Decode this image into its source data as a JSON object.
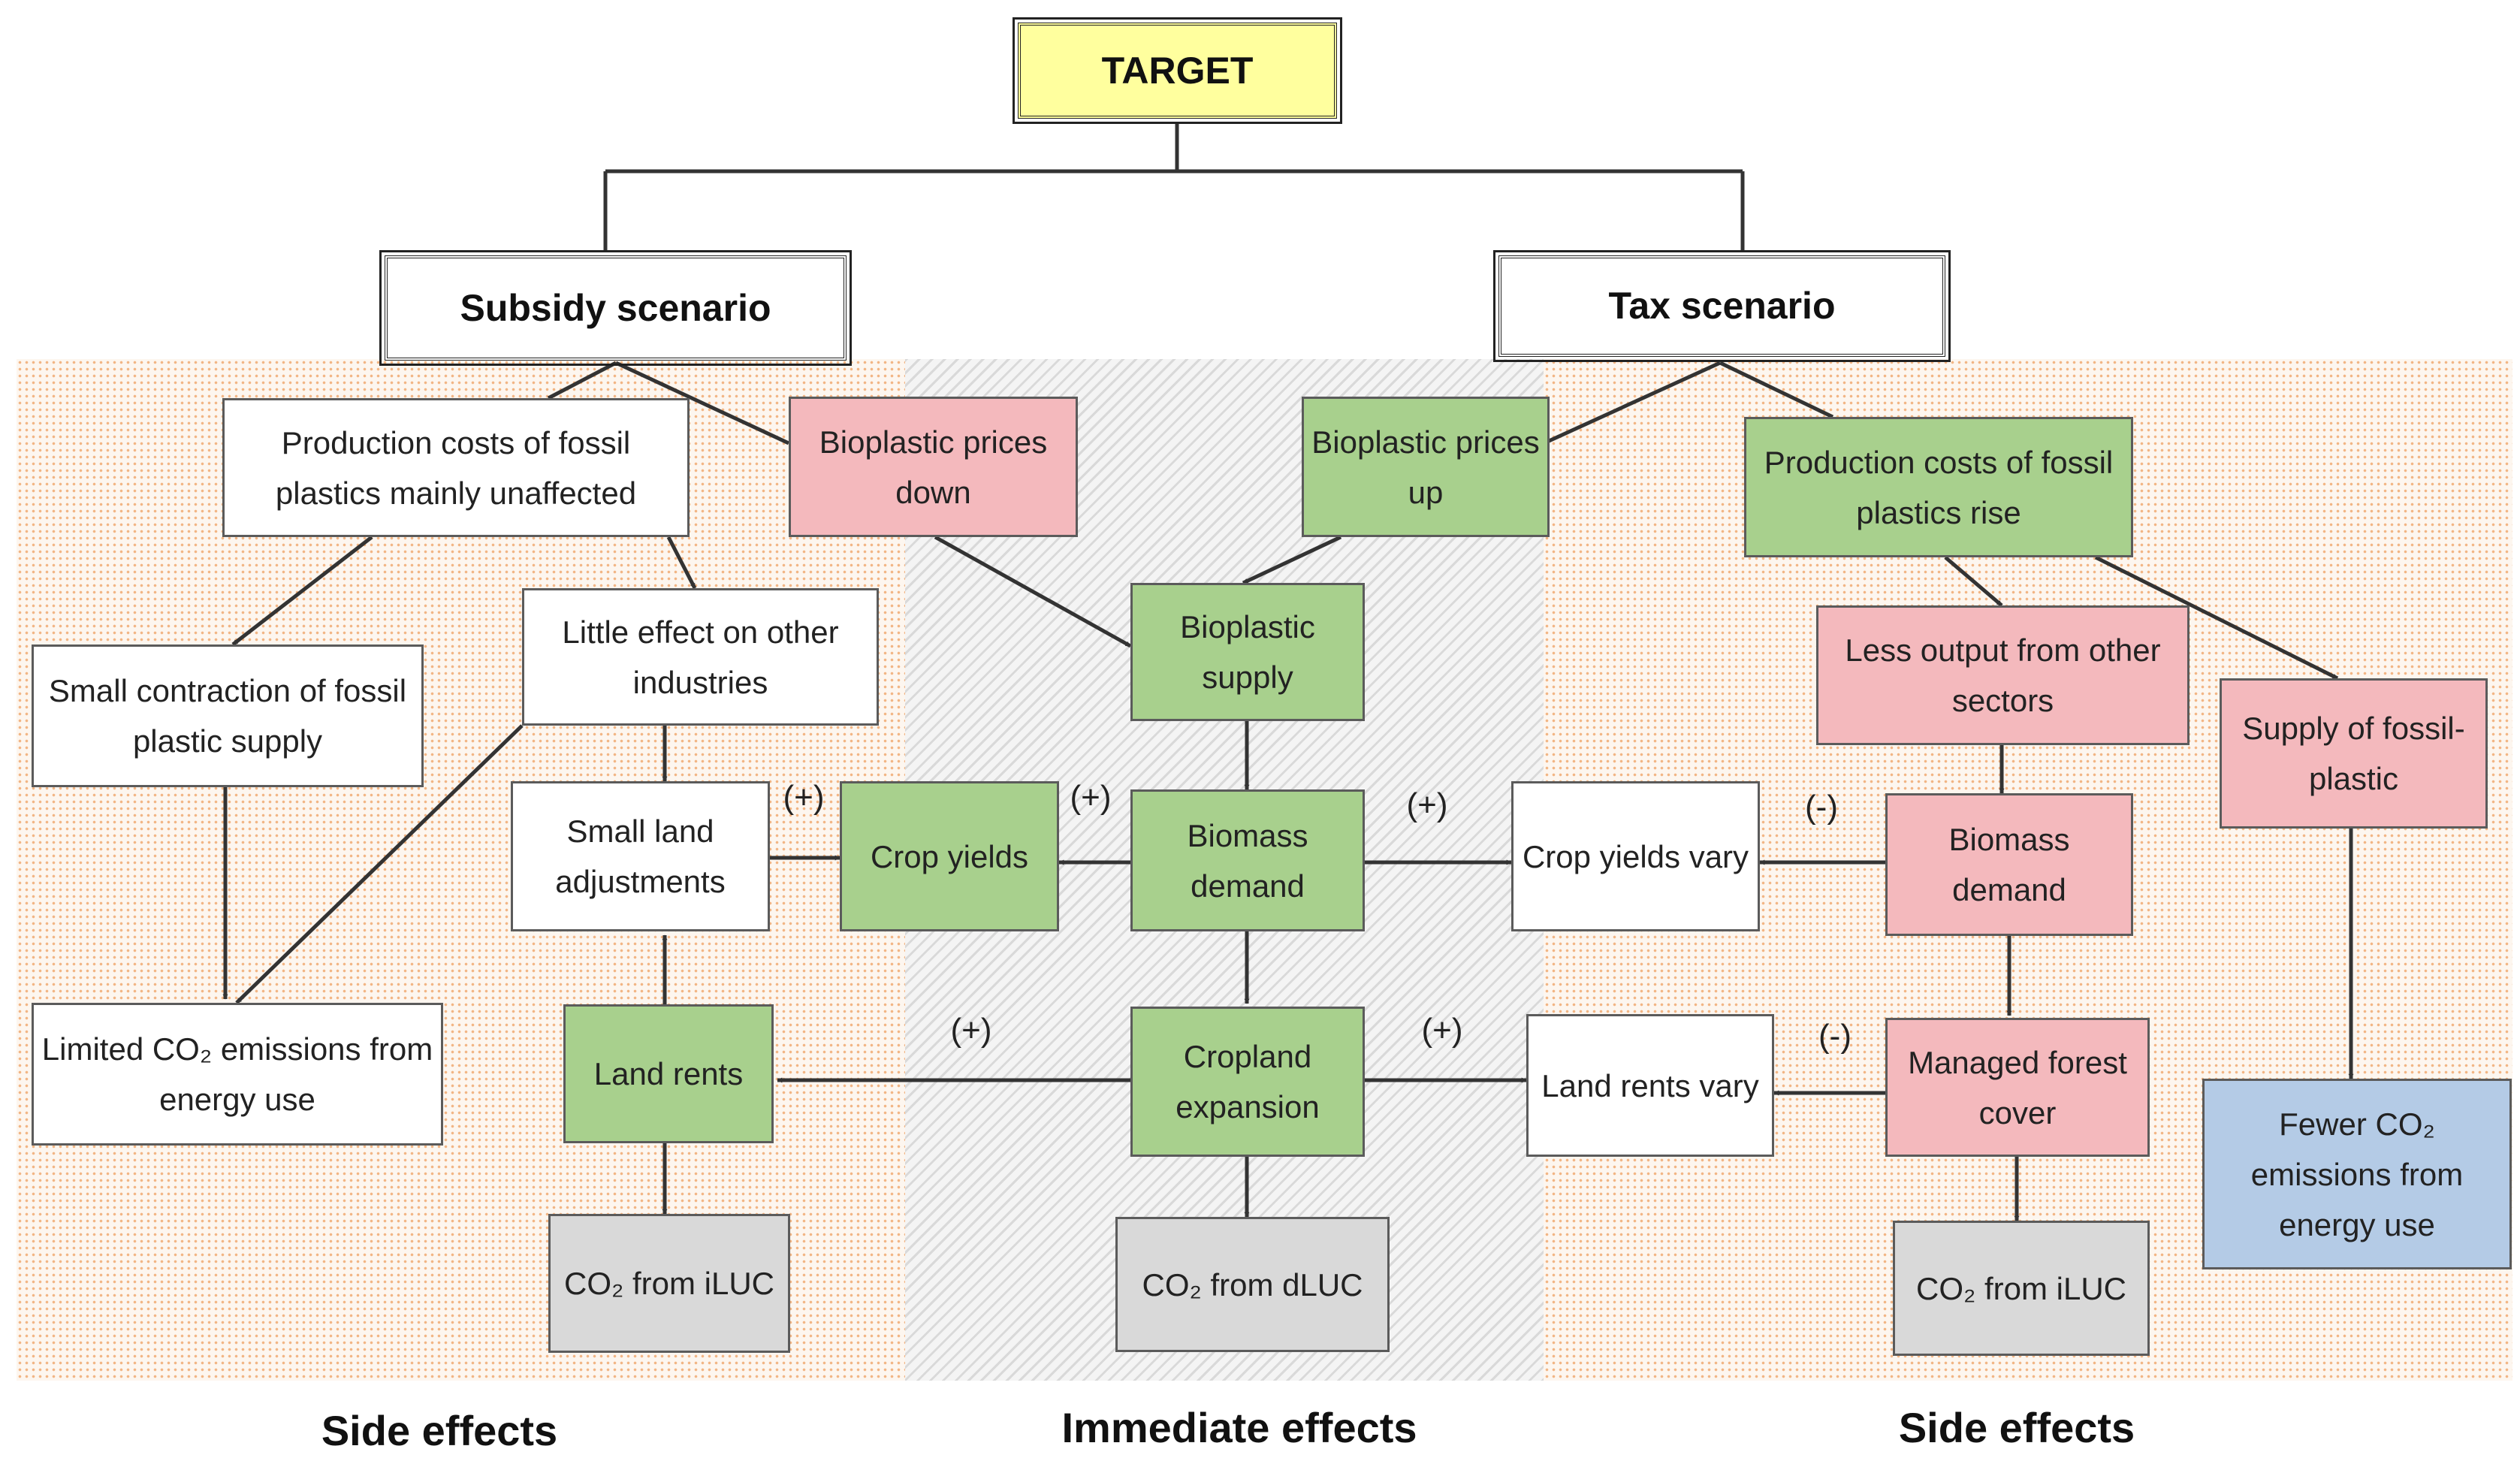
{
  "nodes": {
    "target": "TARGET",
    "subsidy": "Subsidy scenario",
    "tax": "Tax scenario",
    "prod_costs_unaffected": "Production costs of fossil plastics mainly unaffected",
    "bioplastic_prices_down": "Bioplastic prices down",
    "bioplastic_prices_up": "Bioplastic prices up",
    "prod_costs_rise": "Production costs of fossil plastics rise",
    "small_contraction": "Small contraction of fossil plastic supply",
    "little_effect": "Little effect on other industries",
    "bioplastic_supply": "Bioplastic supply",
    "less_output": "Less output from other sectors",
    "supply_fossil": "Supply of fossil-plastic",
    "small_land": "Small land adjustments",
    "crop_yields": "Crop yields",
    "biomass_demand_center": "Biomass demand",
    "crop_yields_vary": "Crop yields vary",
    "biomass_demand_right": "Biomass demand",
    "limited_co2": "Limited CO₂ emissions from energy use",
    "land_rents": "Land rents",
    "cropland_expansion": "Cropland expansion",
    "land_rents_vary": "Land rents vary",
    "managed_forest": "Managed forest cover",
    "fewer_co2": "Fewer CO₂ emissions from energy use",
    "co2_iluc_left": "CO₂ from iLUC",
    "co2_dluc": "CO₂ from dLUC",
    "co2_iluc_right": "CO₂ from iLUC"
  },
  "signs": {
    "plus_small_land": "(+)",
    "plus_crop_yields": "(+)",
    "plus_crop_vary": "(+)",
    "minus_crop_vary": "(-)",
    "plus_land_rents": "(+)",
    "plus_land_vary": "(+)",
    "minus_land_vary": "(-)"
  },
  "footer": {
    "left": "Side effects",
    "center": "Immediate effects",
    "right": "Side effects"
  },
  "colors": {
    "green": "#a8d08d",
    "pink": "#f4b9bd",
    "gray": "#d9d9d9",
    "blue": "#b4cbe6",
    "yellow": "#ffff9e",
    "line": "#333333"
  }
}
